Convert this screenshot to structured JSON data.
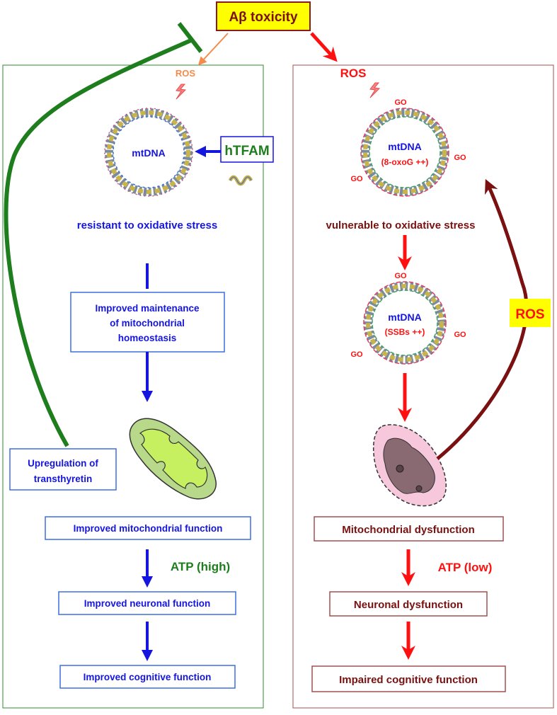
{
  "colors": {
    "left_border": "#2e8b2e",
    "right_border": "#a05050",
    "blue": "#1515e0",
    "dark_green": "#1e7e1e",
    "red": "#ff1010",
    "dark_red": "#7a1010",
    "orange": "#f58a4b",
    "title_bg": "#ffff00",
    "title_border": "#8b1a1a"
  },
  "title": {
    "label": "Aβ toxicity"
  },
  "left": {
    "ros": "ROS",
    "mtdna": "mtDNA",
    "htfam": "hTFAM",
    "resistant": "resistant to oxidative stress",
    "maintenance": [
      "Improved maintenance",
      "of mitochondrial",
      "homeostasis"
    ],
    "transthyretin": [
      "Upregulation of",
      "transthyretin"
    ],
    "mito_function": "Improved mitochondrial function",
    "atp": "ATP (high)",
    "neuronal": "Improved neuronal function",
    "cognitive": "Improved cognitive function"
  },
  "right": {
    "ros_top": "ROS",
    "go": "GO",
    "mtdna1": "mtDNA",
    "oxog": "(8-oxoG ++)",
    "vulnerable": "vulnerable to oxidative stress",
    "mtdna2": "mtDNA",
    "ssbs": "(SSBs ++)",
    "ros_side": "ROS",
    "dysfunction": "Mitochondrial dysfunction",
    "atp": "ATP (low)",
    "neuronal": "Neuronal dysfunction",
    "cognitive": "Impaired cognitive function"
  },
  "icons": [
    "lightning-icon",
    "mtdna-ring-icon",
    "htfam-protein-icon",
    "mitochondrion-icon",
    "damaged-mitochondrion-icon",
    "inhibition-bar-icon"
  ]
}
